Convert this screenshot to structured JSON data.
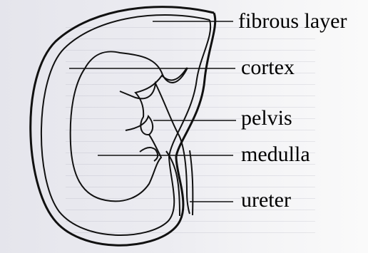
{
  "diagram": {
    "labels": {
      "fibrous_layer": "fibrous layer",
      "cortex": "cortex",
      "pelvis": "pelvis",
      "medulla": "medulla",
      "ureter": "ureter"
    }
  }
}
